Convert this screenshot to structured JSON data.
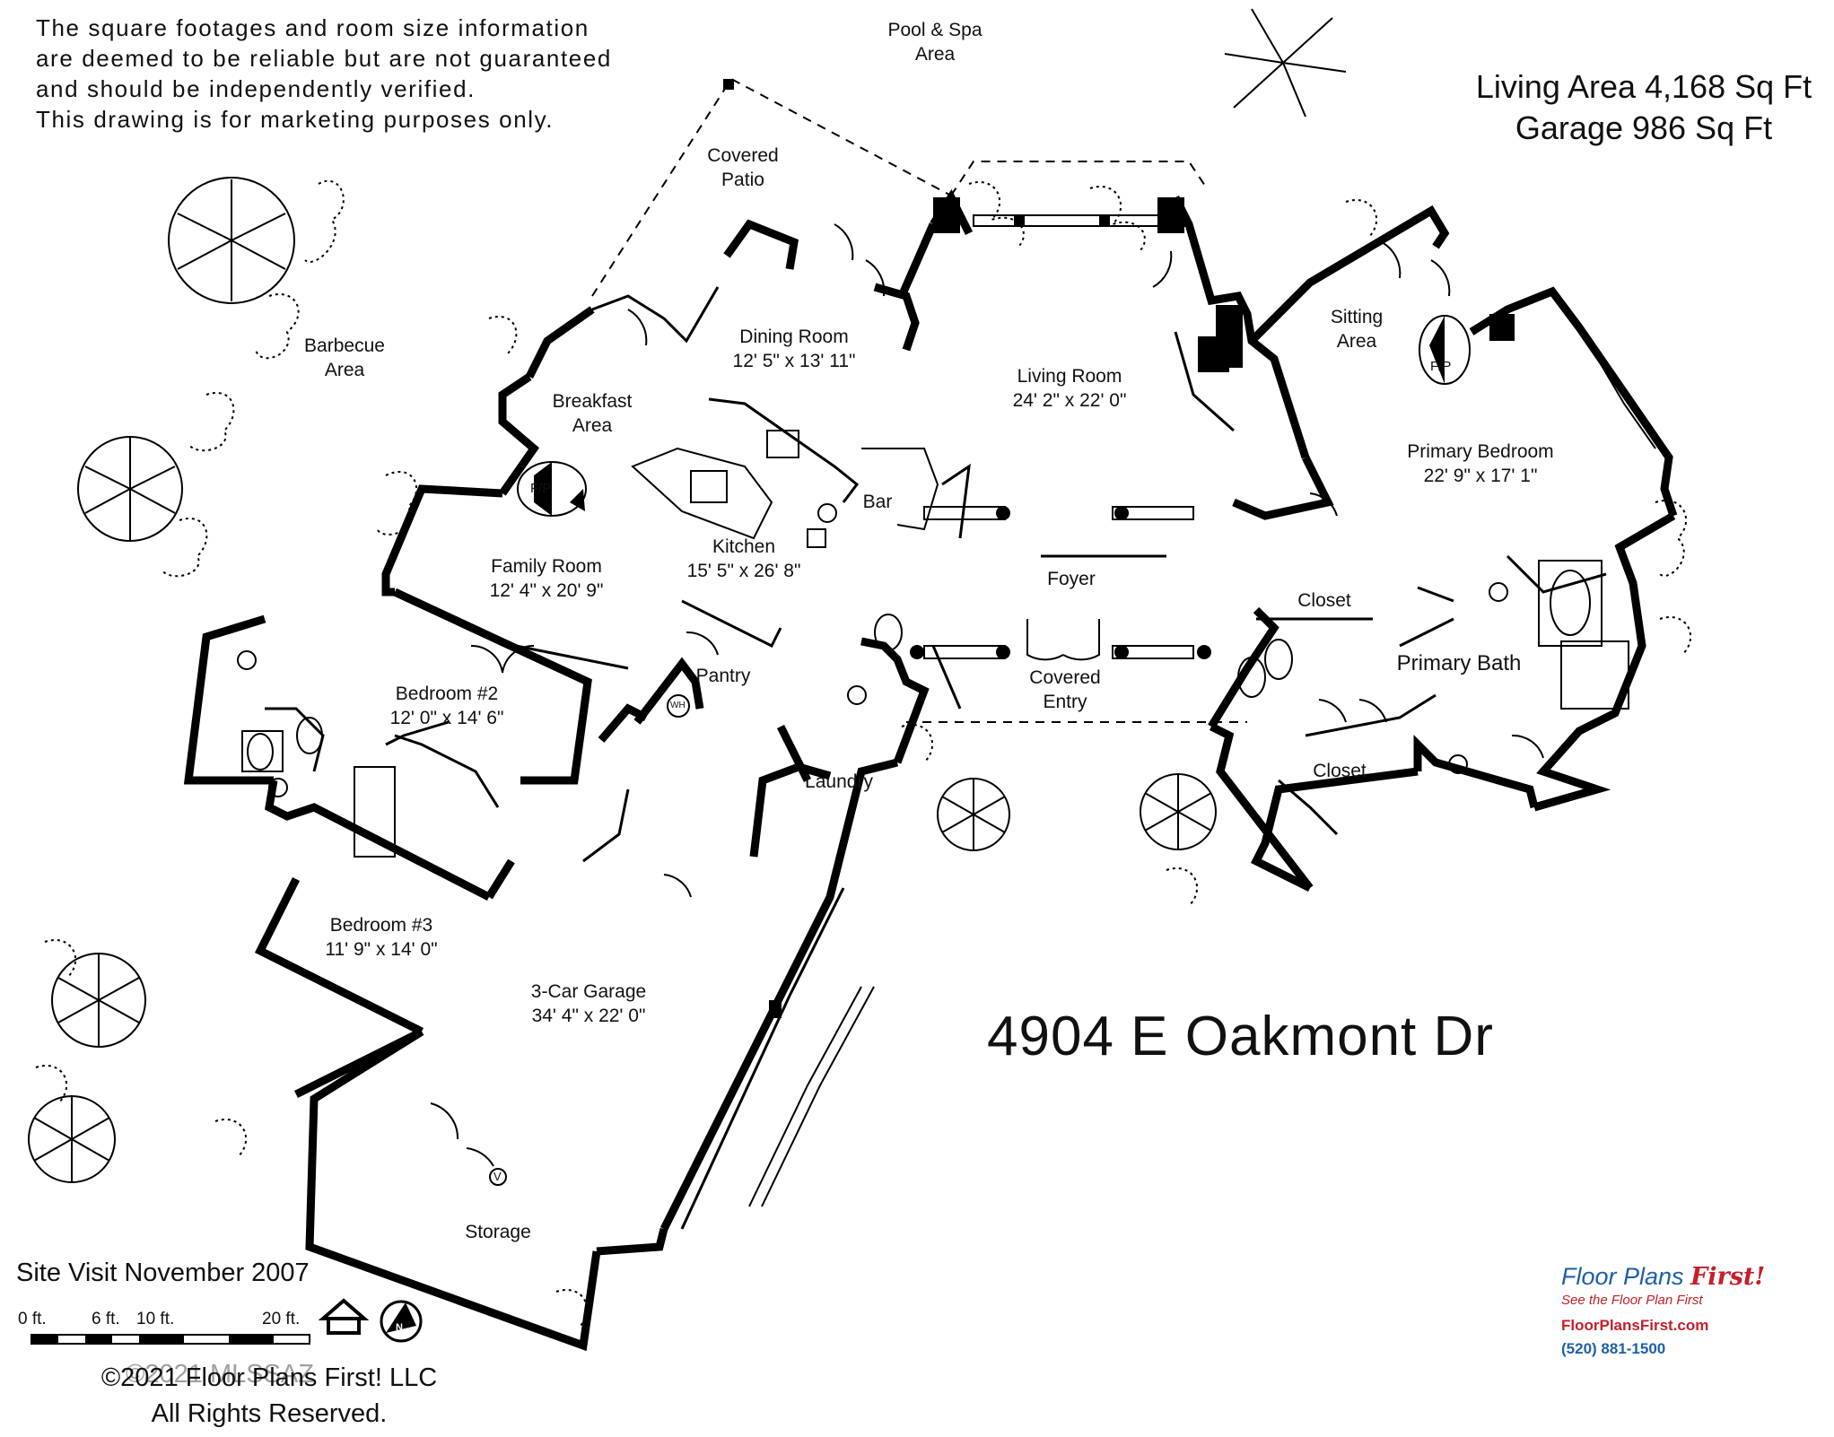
{
  "disclaimer": {
    "line1": "The square footages and room size information",
    "line2": "are deemed to be reliable but are not guaranteed",
    "line3": "and should be independently verified.",
    "line4": "This drawing is for marketing purposes only."
  },
  "areas": {
    "living": "Living Area 4,168 Sq Ft",
    "garage": "Garage 986 Sq Ft"
  },
  "address": "4904 E Oakmont Dr",
  "rooms": {
    "pool": {
      "name": "Pool & Spa",
      "name2": "Area"
    },
    "patio": {
      "name": "Covered",
      "name2": "Patio"
    },
    "barbecue": {
      "name": "Barbecue",
      "name2": "Area"
    },
    "dining": {
      "name": "Dining Room",
      "size": "12' 5\" x 13' 11\""
    },
    "living": {
      "name": "Living Room",
      "size": "24' 2\" x 22' 0\""
    },
    "sitting": {
      "name": "Sitting",
      "name2": "Area"
    },
    "primary_bed": {
      "name": "Primary Bedroom",
      "size": "22' 9\" x 17' 1\""
    },
    "breakfast": {
      "name": "Breakfast",
      "name2": "Area"
    },
    "bar": {
      "name": "Bar"
    },
    "kitchen": {
      "name": "Kitchen",
      "size": "15' 5\" x 26' 8\""
    },
    "family": {
      "name": "Family Room",
      "size": "12' 4\" x 20' 9\""
    },
    "foyer": {
      "name": "Foyer"
    },
    "closet1": {
      "name": "Closet"
    },
    "closet2": {
      "name": "Closet"
    },
    "primary_bath": {
      "name": "Primary Bath"
    },
    "entry": {
      "name": "Covered",
      "name2": "Entry"
    },
    "pantry": {
      "name": "Pantry"
    },
    "laundry": {
      "name": "Laundry"
    },
    "bed2": {
      "name": "Bedroom #2",
      "size": "12' 0\" x 14' 6\""
    },
    "bed3": {
      "name": "Bedroom #3",
      "size": "11' 9\" x 14' 0\""
    },
    "garage": {
      "name": "3-Car Garage",
      "size": "34' 4\" x 22' 0\""
    },
    "storage": {
      "name": "Storage"
    }
  },
  "fixtures": {
    "fp": "F/P",
    "wh": "WH",
    "valve": "V"
  },
  "site_visit": "Site Visit November 2007",
  "scale": {
    "t0": "0 ft.",
    "t6": "6 ft.",
    "t10": "10 ft.",
    "t20": "20 ft."
  },
  "north": "N",
  "copyright": {
    "line1": "©2021 Floor Plans First! LLC",
    "line2": "All Rights Reserved.",
    "watermark": "©2021 MLSSAZ"
  },
  "logo": {
    "title": "Floor Plans",
    "title_accent": "First!",
    "tagline": "See the Floor Plan First",
    "url": "FloorPlansFirst.com",
    "phone": "(520) 881-1500"
  },
  "colors": {
    "wall": "#000000",
    "brand_blue": "#1f5fa8",
    "brand_red": "#c4202a"
  }
}
